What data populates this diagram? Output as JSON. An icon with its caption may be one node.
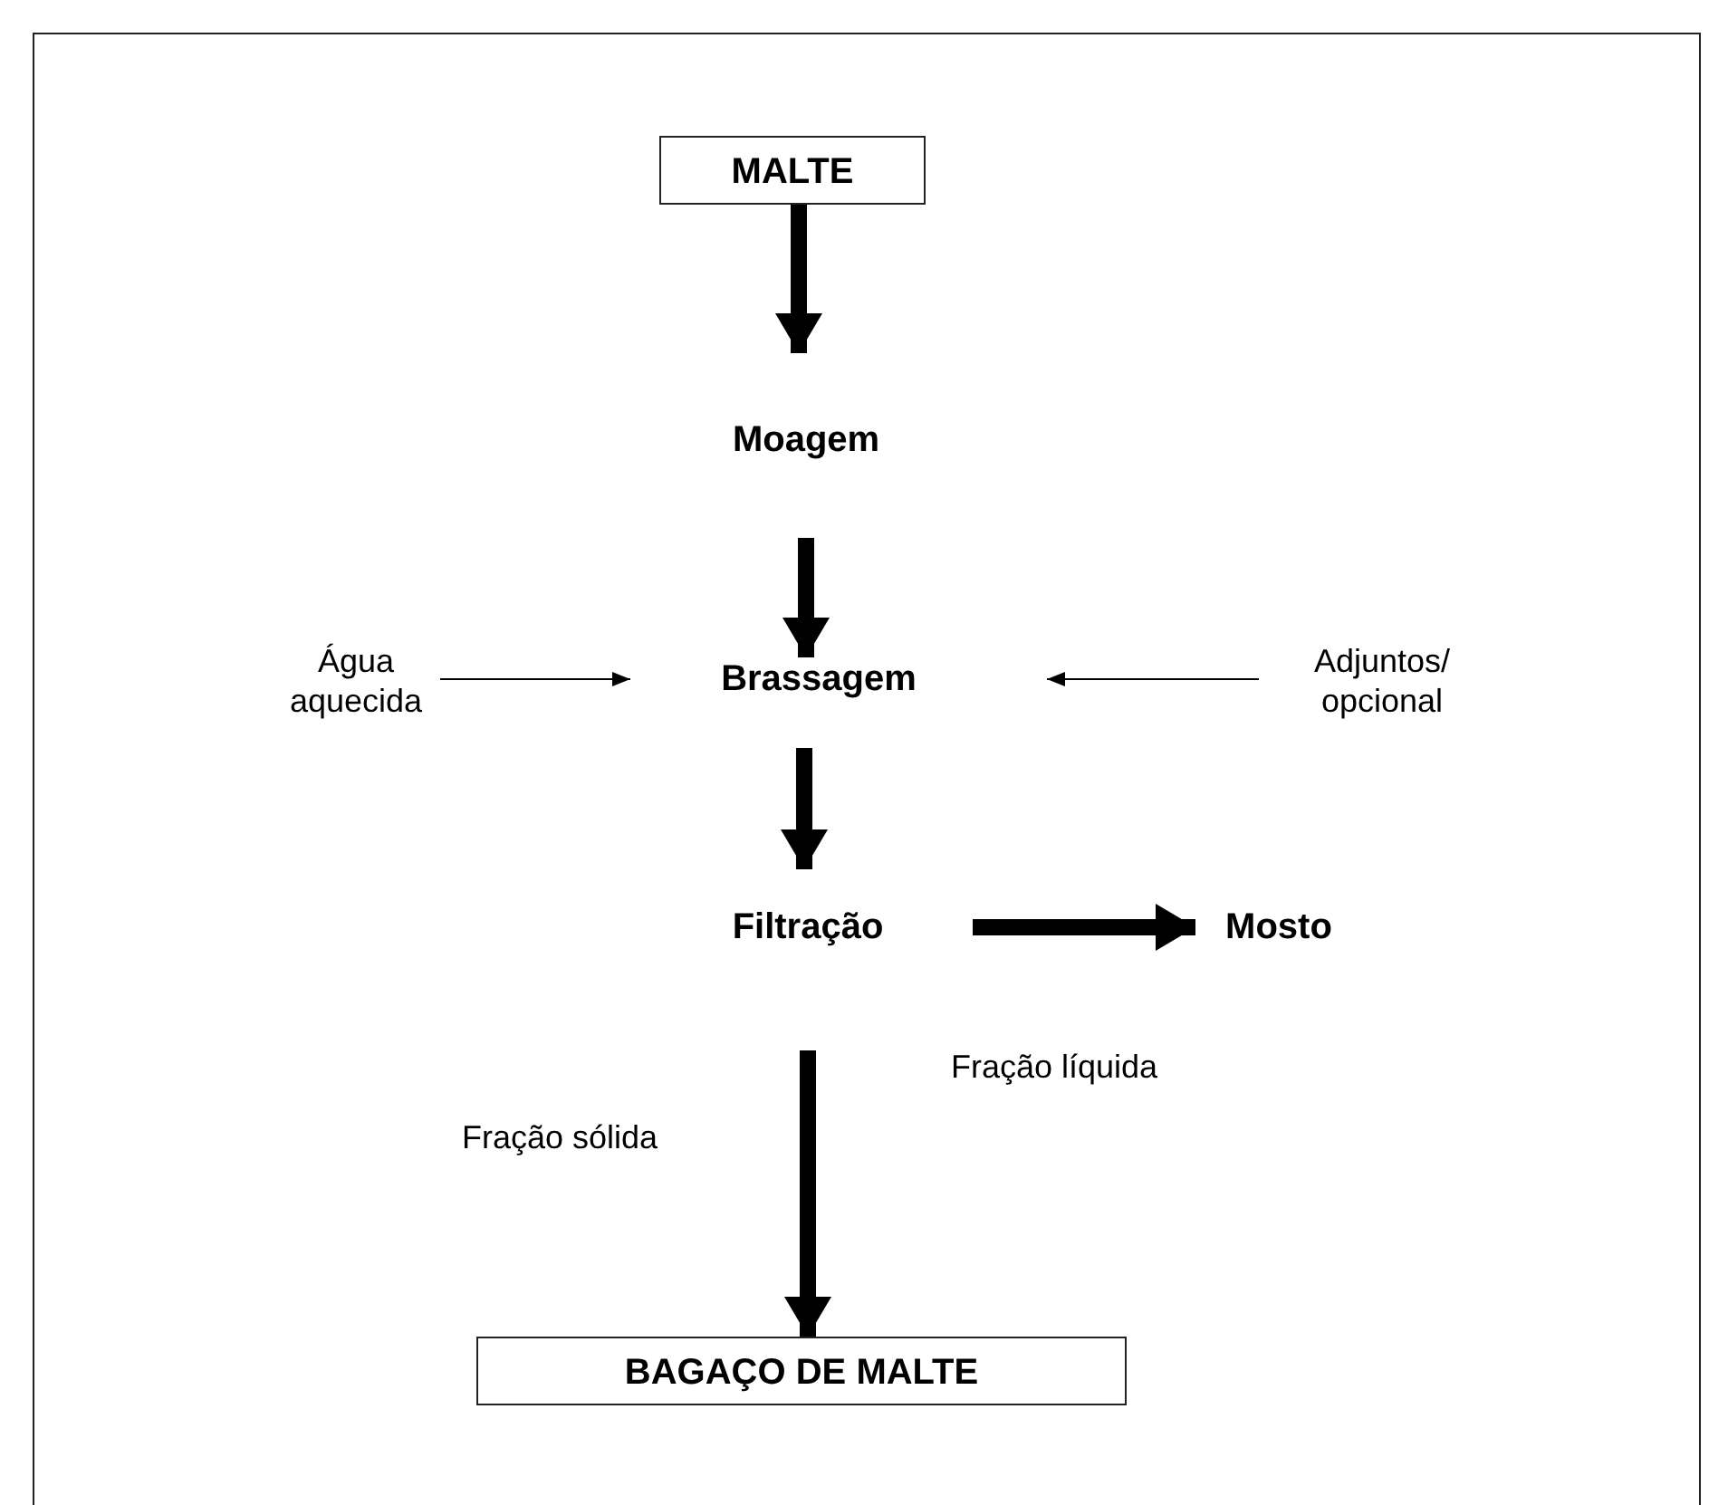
{
  "diagram": {
    "nodes": [
      {
        "text": [
          "MALTE"
        ]
      },
      {
        "text": [
          "Moagem"
        ]
      },
      {
        "text": [
          "Brassagem"
        ]
      },
      {
        "text": [
          "Água aquecida"
        ]
      },
      {
        "text": [
          "Adjuntos/ opcional"
        ]
      },
      {
        "text": [
          "Filtração"
        ]
      },
      {
        "text": [
          "Mosto"
        ]
      },
      {
        "text": [
          "BAGAÇO DE MALTE"
        ]
      }
    ],
    "edges": [
      {
        "from": 0,
        "to": 1,
        "arrow": "to"
      },
      {
        "from": 1,
        "to": 2,
        "arrow": "to"
      },
      {
        "from": 3,
        "to": 2,
        "arrow": "to"
      },
      {
        "from": 4,
        "to": 2,
        "arrow": "to"
      },
      {
        "from": 2,
        "to": 5,
        "arrow": "to"
      },
      {
        "from": 5,
        "to": 6,
        "arrow": "to",
        "label": "Fração líquida"
      },
      {
        "from": 5,
        "to": 7,
        "arrow": "to",
        "label": "Fração sólida"
      }
    ]
  }
}
